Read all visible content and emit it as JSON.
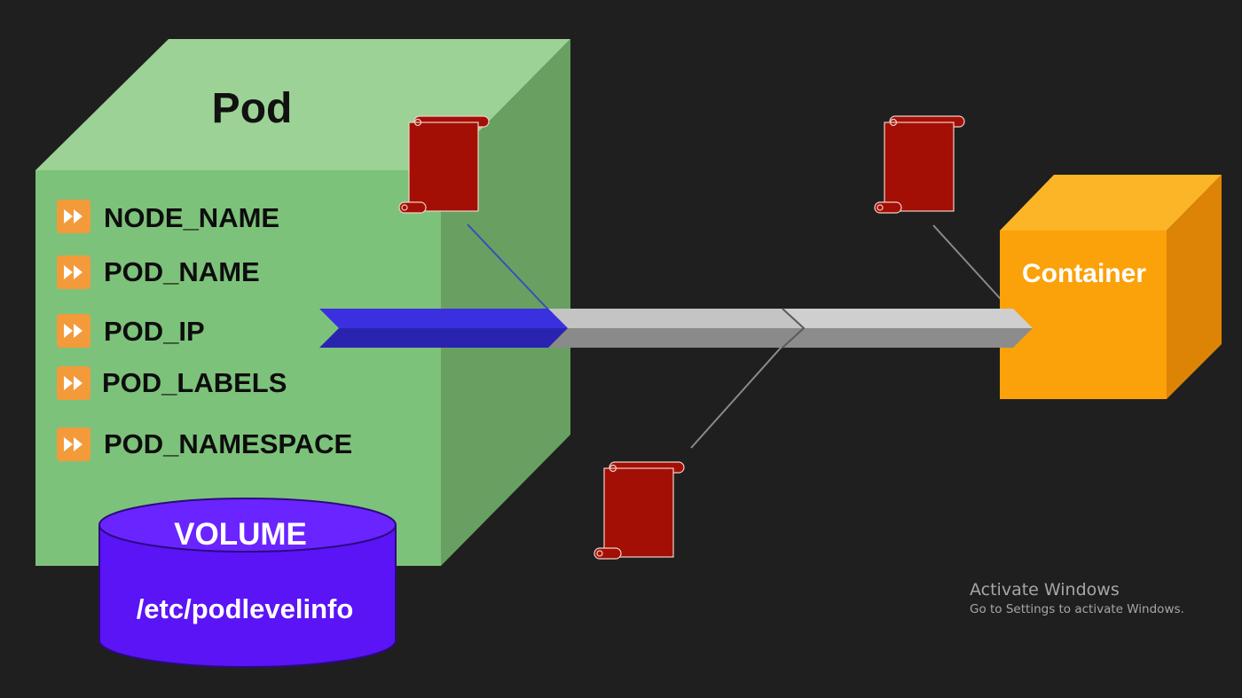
{
  "pod": {
    "title": "Pod",
    "env_items": [
      {
        "icon": "fast-forward-icon",
        "label": "NODE_NAME"
      },
      {
        "icon": "fast-forward-icon",
        "label": "POD_NAME"
      },
      {
        "icon": "fast-forward-icon",
        "label": "POD_IP"
      },
      {
        "icon": "fast-forward-icon",
        "label": "POD_LABELS"
      },
      {
        "icon": "fast-forward-icon",
        "label": "POD_NAMESPACE"
      }
    ]
  },
  "volume": {
    "title": "VOLUME",
    "path": "/etc/podlevelinfo"
  },
  "container": {
    "title": "Container"
  },
  "scrolls": [
    {
      "icon": "scroll-icon"
    },
    {
      "icon": "scroll-icon"
    },
    {
      "icon": "scroll-icon"
    }
  ],
  "watermark": {
    "title": "Activate Windows",
    "subtitle": "Go to Settings to activate Windows."
  },
  "colors": {
    "background": "#1f1f1f",
    "pod_front": "#7dc27a",
    "pod_top": "#9cd295",
    "pod_side": "#68a062",
    "volume": "#5b14f5",
    "container_front": "#fba10a",
    "container_top": "#fbb526",
    "container_side": "#dd8305",
    "arrow_blue": "#3930d8",
    "arrow_gray": "#c4c4c4",
    "scroll": "#a30f05",
    "icon_orange": "#f39a3b"
  }
}
